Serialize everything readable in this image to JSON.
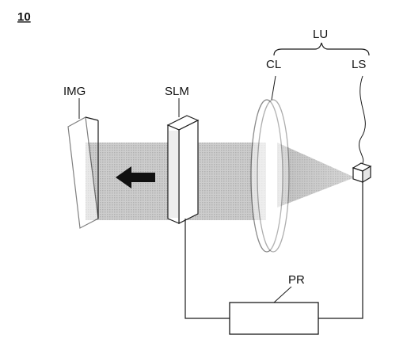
{
  "figure_number": "10",
  "labels": {
    "img": "IMG",
    "slm": "SLM",
    "lu": "LU",
    "cl": "CL",
    "ls": "LS",
    "pr": "PR"
  },
  "colors": {
    "ink": "#1a1a1a",
    "beam": "#bdbdbd",
    "arrow": "#111111"
  },
  "icons": {
    "direction": "arrow-left-icon"
  }
}
